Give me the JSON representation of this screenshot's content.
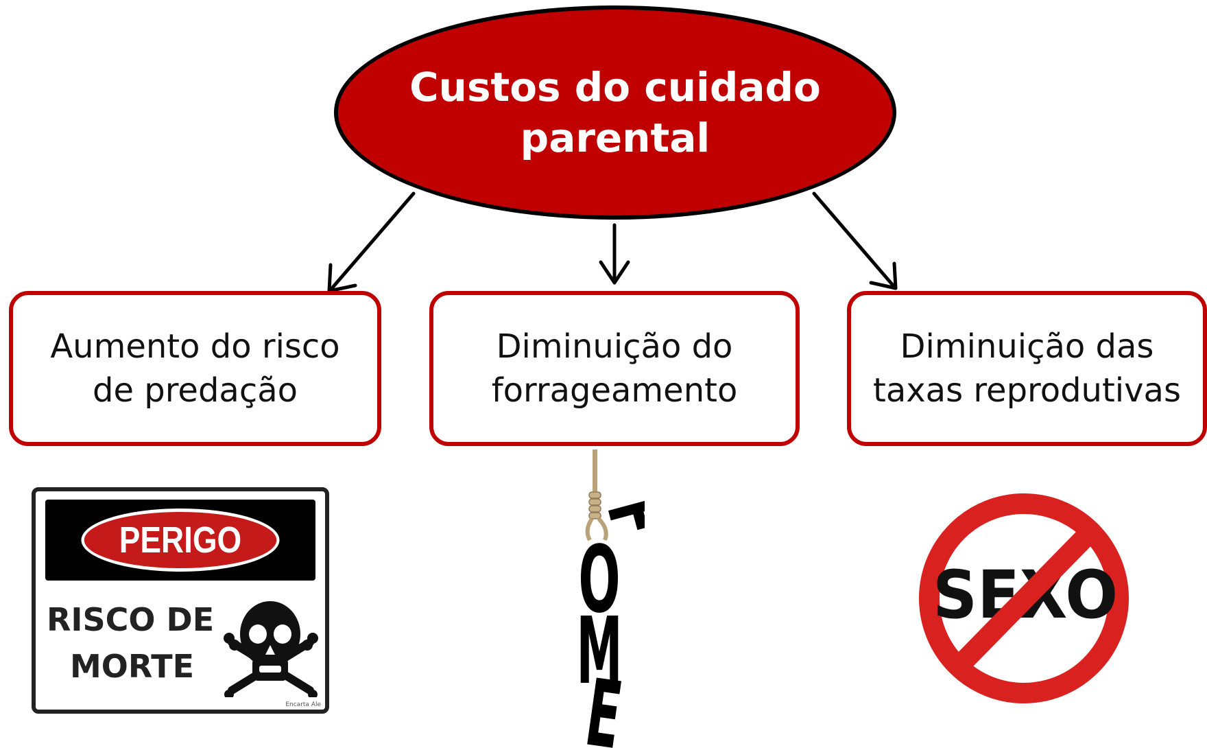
{
  "root": {
    "line1": "Custos do cuidado",
    "line2": "parental",
    "color": "#c00000"
  },
  "boxes": [
    {
      "line1": "Aumento do risco",
      "line2": "de predação"
    },
    {
      "line1": "Diminuição do",
      "line2": "forrageamento"
    },
    {
      "line1": "Diminuição das",
      "line2": "taxas reprodutivas"
    }
  ],
  "images": {
    "perigo": {
      "title": "PERIGO",
      "line1": "RISCO DE",
      "line2": "MORTE",
      "brand": "Encarta Ale",
      "icon": "skull-crossbones-icon"
    },
    "fome": {
      "text": "FOME",
      "icon": "noose-icon"
    },
    "prohibition": {
      "text": "SEXO",
      "icon": "prohibition-icon"
    }
  }
}
